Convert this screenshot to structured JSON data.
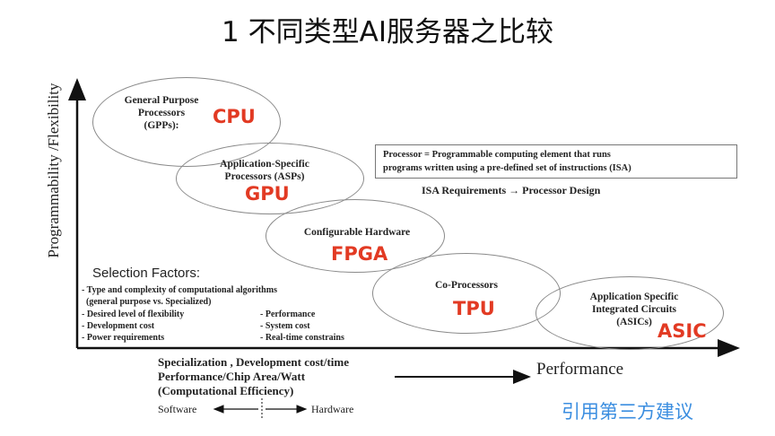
{
  "title": "1 不同类型AI服务器之比较",
  "y_axis_label": "Programmability /Flexibility",
  "ellipses": [
    {
      "text": "General Purpose\nProcessors\n(GPPs):",
      "tag": "CPU"
    },
    {
      "text": "Application-Specific\nProcessors (ASPs)",
      "tag": "GPU"
    },
    {
      "text": "Configurable Hardware",
      "tag": "FPGA"
    },
    {
      "text": "Co-Processors",
      "tag": "TPU"
    },
    {
      "text": "Application Specific\nIntegrated Circuits\n(ASICs)",
      "tag": "ASIC"
    }
  ],
  "processor_box": {
    "line1": "Processor = Programmable computing element that runs",
    "line2": "programs written using a pre-defined set of instructions (ISA)"
  },
  "isa_caption": "ISA Requirements → Processor Design",
  "selection_factors": {
    "title": "Selection Factors:",
    "line1": "- Type and complexity of computational algorithms",
    "line2": "(general purpose vs. Specialized)",
    "left": [
      "-   Desired level of flexibility",
      "-     Development cost",
      "-     Power requirements"
    ],
    "right": [
      "- Performance",
      "- System cost",
      "- Real-time constrains"
    ]
  },
  "x_axis": {
    "line1": "Specialization , Development cost/time",
    "line2": "Performance/Chip Area/Watt",
    "line3": "(Computational Efficiency)",
    "performance_label": "Performance",
    "software": "Software",
    "hardware": "Hardware"
  },
  "footer": "引用第三方建议"
}
